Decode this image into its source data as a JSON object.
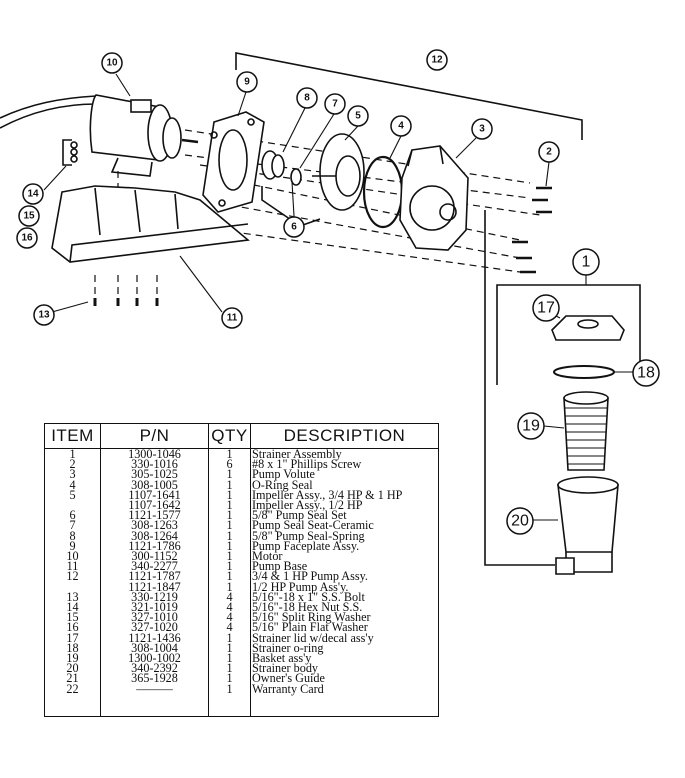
{
  "callouts": [
    "1",
    "2",
    "3",
    "4",
    "5",
    "6",
    "7",
    "8",
    "9",
    "10",
    "11",
    "12",
    "13",
    "14",
    "15",
    "16",
    "17",
    "18",
    "19",
    "20"
  ],
  "table": {
    "headers": [
      "ITEM",
      "P/N",
      "QTY",
      "DESCRIPTION"
    ],
    "rows": [
      {
        "item": "1",
        "pn": "1300-1046",
        "qty": "1",
        "desc": "Strainer Assembly"
      },
      {
        "item": "2",
        "pn": "330-1016",
        "qty": "6",
        "desc": "#8 x 1\" Phillips Screw"
      },
      {
        "item": "3",
        "pn": "305-1025",
        "qty": "1",
        "desc": "Pump Volute"
      },
      {
        "item": "4",
        "pn": "308-1005",
        "qty": "1",
        "desc": "O-Ring Seal"
      },
      {
        "item": "5",
        "pn": "1107-1641",
        "qty": "1",
        "desc": "Impeller Assy., 3/4 HP & 1 HP"
      },
      {
        "item": "",
        "pn": "1107-1642",
        "qty": "1",
        "desc": "Impeller Assy., 1/2 HP"
      },
      {
        "item": "6",
        "pn": "1121-1577",
        "qty": "1",
        "desc": "5/8\" Pump Seal Set"
      },
      {
        "item": "7",
        "pn": "308-1263",
        "qty": "1",
        "desc": "Pump Seal Seat-Ceramic"
      },
      {
        "item": "8",
        "pn": "308-1264",
        "qty": "1",
        "desc": "5/8\" Pump Seal-Spring"
      },
      {
        "item": "9",
        "pn": "1121-1786",
        "qty": "1",
        "desc": "Pump Faceplate Assy."
      },
      {
        "item": "10",
        "pn": "300-1152",
        "qty": "1",
        "desc": "Motor"
      },
      {
        "item": "11",
        "pn": "340-2277",
        "qty": "1",
        "desc": "Pump Base"
      },
      {
        "item": "12",
        "pn": "1121-1787",
        "qty": "1",
        "desc": "3/4 & 1 HP Pump Assy."
      },
      {
        "item": "",
        "pn": "1121-1847",
        "qty": "1",
        "desc": "1/2 HP Pump Ass'y."
      },
      {
        "item": "13",
        "pn": "330-1219",
        "qty": "4",
        "desc": "5/16\"-18 x 1\" S.S. Bolt"
      },
      {
        "item": "14",
        "pn": "321-1019",
        "qty": "4",
        "desc": "5/16\"-18 Hex Nut S.S."
      },
      {
        "item": "15",
        "pn": "327-1010",
        "qty": "4",
        "desc": "5/16\" Split Ring Washer"
      },
      {
        "item": "16",
        "pn": "327-1020",
        "qty": "4",
        "desc": "5/16\" Plain Flat Washer"
      },
      {
        "item": "17",
        "pn": "1121-1436",
        "qty": "1",
        "desc": "Strainer lid w/decal ass'y"
      },
      {
        "item": "18",
        "pn": "308-1004",
        "qty": "1",
        "desc": "Strainer o-ring"
      },
      {
        "item": "19",
        "pn": "1300-1002",
        "qty": "1",
        "desc": "Basket ass'y"
      },
      {
        "item": "20",
        "pn": "340-2392",
        "qty": "1",
        "desc": "Strainer body"
      },
      {
        "item": "21",
        "pn": "365-1928",
        "qty": "1",
        "desc": "Owner's Guide"
      },
      {
        "item": "22",
        "pn": "———",
        "qty": "1",
        "desc": "Warranty Card"
      }
    ]
  }
}
